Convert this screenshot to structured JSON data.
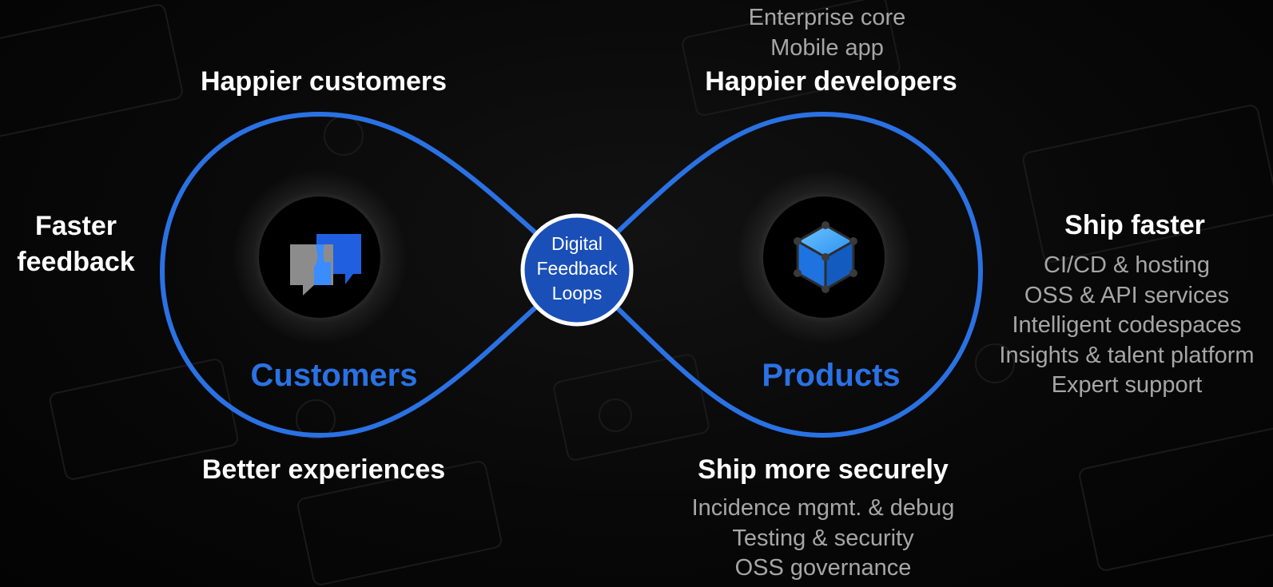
{
  "colors": {
    "background": "#000000",
    "loop_stroke": "#2a72e4",
    "blue_label": "#2a72e4",
    "center_fill": "#1a4fb8",
    "grey_text": "#a6a6a6",
    "white_text": "#ffffff"
  },
  "top_right_list": [
    "Enterprise core",
    "Mobile app"
  ],
  "left_loop": {
    "top": "Happier customers",
    "side": [
      "Faster",
      "feedback"
    ],
    "bottom": "Better experiences",
    "label": "Customers",
    "icon": "chat-bubbles-icon"
  },
  "right_loop": {
    "top": "Happier developers",
    "bottom": "Ship more securely",
    "label": "Products",
    "icon": "cube-icon",
    "bottom_list": [
      "Incidence mgmt. & debug",
      "Testing & security",
      "OSS governance"
    ]
  },
  "ship_faster": {
    "heading": "Ship faster",
    "items": [
      "CI/CD & hosting",
      "OSS & API services",
      "Intelligent codespaces",
      "Insights & talent platform",
      "Expert support"
    ]
  },
  "center": {
    "lines": [
      "Digital",
      "Feedback",
      "Loops"
    ]
  }
}
